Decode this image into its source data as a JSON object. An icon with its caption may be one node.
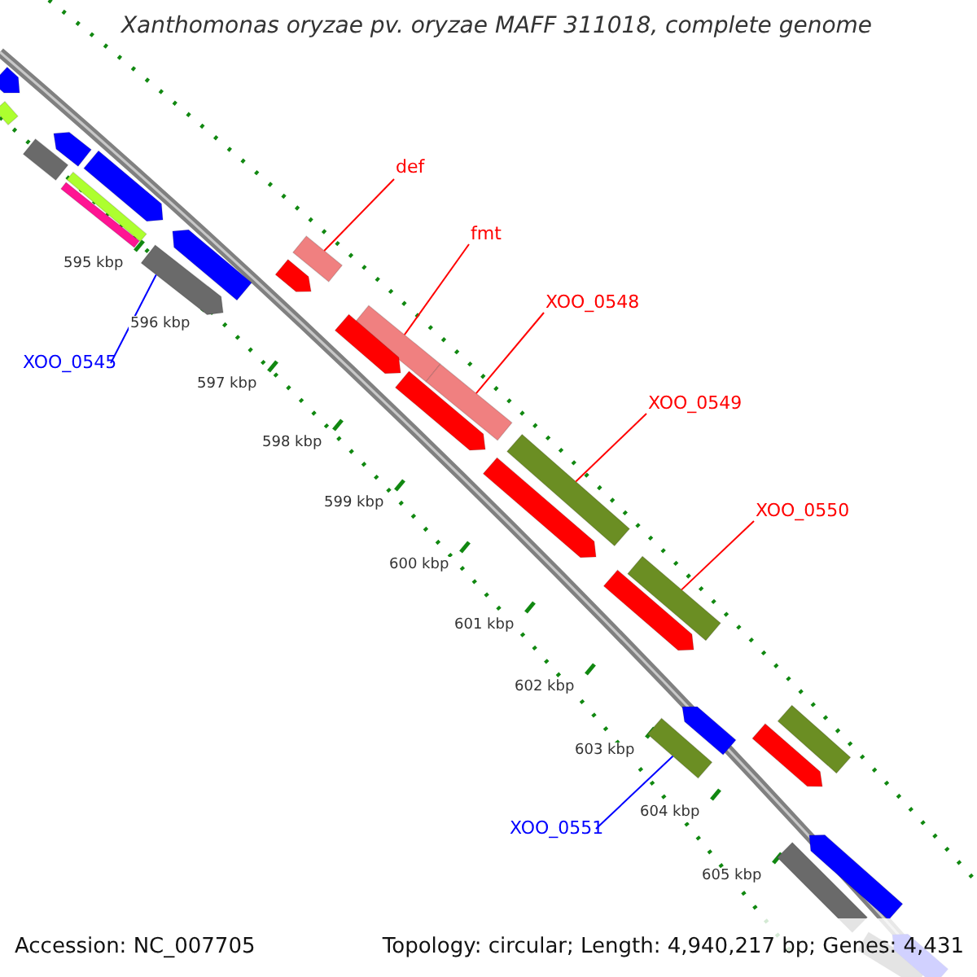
{
  "diagram": {
    "title": "Xanthomonas oryzae pv. oryzae MAFF 311018, complete genome",
    "nodes": [
      {
        "text": [
          "def"
        ]
      },
      {
        "text": [
          "fmt"
        ]
      },
      {
        "text": [
          "XOO_0548"
        ]
      },
      {
        "text": [
          "XOO_0549"
        ]
      },
      {
        "text": [
          "XOO_0550"
        ]
      },
      {
        "text": [
          "XOO_0545"
        ]
      },
      {
        "text": [
          "XOO_0551"
        ]
      },
      {
        "text": [],
        "shape": "bar"
      },
      {
        "text": [],
        "shape": "bar"
      },
      {
        "text": [],
        "shape": "bar"
      },
      {
        "text": [],
        "shape": "bar"
      },
      {
        "text": [],
        "shape": "bar"
      },
      {
        "text": [],
        "shape": "bar"
      },
      {
        "text": [],
        "shape": "bar"
      },
      {
        "text": [],
        "shape": "bar"
      },
      {
        "text": [],
        "shape": "bar"
      },
      {
        "text": [],
        "shape": "bar"
      },
      {
        "text": [],
        "shape": "bar"
      },
      {
        "text": [],
        "shape": "bar"
      },
      {
        "text": [],
        "shape": "bar"
      },
      {
        "text": [],
        "shape": "bar"
      },
      {
        "text": [],
        "shape": "bar"
      },
      {
        "text": [],
        "shape": "bar"
      },
      {
        "text": [],
        "shape": "bar"
      },
      {
        "text": [],
        "shape": "bar"
      },
      {
        "text": [],
        "shape": "bar"
      },
      {
        "text": [],
        "shape": "bar"
      },
      {
        "text": [],
        "shape": "bar"
      },
      {
        "text": [],
        "shape": "bar"
      },
      {
        "text": [],
        "shape": "bar"
      },
      {
        "text": [],
        "shape": "bar"
      },
      {
        "text": [],
        "shape": "bar"
      },
      {
        "text": [],
        "shape": "bar"
      },
      {
        "text": [],
        "shape": "bar"
      }
    ],
    "edges": [
      {
        "from": 0,
        "to": 15,
        "arrow": "none"
      },
      {
        "from": 1,
        "to": 18,
        "arrow": "none"
      },
      {
        "from": 2,
        "to": 20,
        "arrow": "none"
      },
      {
        "from": 3,
        "to": 22,
        "arrow": "none"
      },
      {
        "from": 4,
        "to": 24,
        "arrow": "none"
      },
      {
        "from": 5,
        "to": 16,
        "arrow": "none",
        "color": "#0000ff"
      },
      {
        "from": 6,
        "to": 28,
        "arrow": "none",
        "color": "#0000ff"
      }
    ],
    "labels": [
      "595 kbp",
      "596 kbp",
      "597 kbp",
      "598 kbp",
      "599 kbp",
      "600 kbp",
      "601 kbp",
      "602 kbp",
      "603 kbp",
      "604 kbp",
      "605 kbp",
      "Accession: NC_007705",
      "Topology: circular; Length: 4,940,217 bp; Genes: 4,431"
    ]
  }
}
